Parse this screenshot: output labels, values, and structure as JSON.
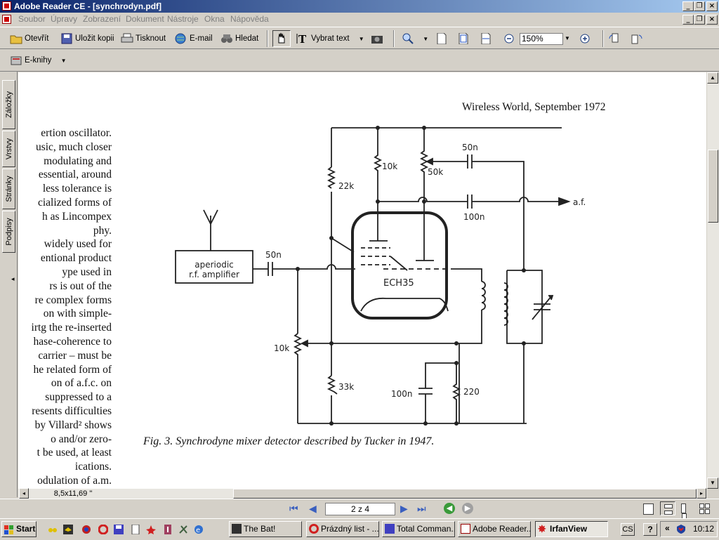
{
  "window": {
    "title": "Adobe Reader CE - [synchrodyn.pdf]",
    "controls": [
      "_",
      "❐",
      "×"
    ],
    "doc_controls": [
      "_",
      "❐",
      "×"
    ]
  },
  "menu": [
    "Soubor",
    "Úpravy",
    "Zobrazení",
    "Dokument",
    "Nástroje",
    "Okna",
    "Nápověda"
  ],
  "toolbar": {
    "open": "Otevřít",
    "save_copy": "Uložit kopii",
    "print": "Tisknout",
    "email": "E-mail",
    "search": "Hledat",
    "select_text": "Vybrat text",
    "zoom_value": "150%",
    "ebooks": "E-knihy"
  },
  "left_tabs": [
    "Záložky",
    "Vrstvy",
    "Stránky",
    "Podpisy"
  ],
  "document": {
    "header": "Wireless World, September 1972",
    "left_column": [
      "ertion  oscillator.",
      "usic, much closer",
      "  modulating  and",
      "  essential, around",
      "less  tolerance  is",
      "cialized  forms  of",
      "h   as   Lincompex",
      "phy.",
      " widely used for",
      "entional   product",
      "ype    used    in",
      "rs  is  out  of  the",
      "re complex forms",
      "on  with  simple-",
      "irtg the re-inserted",
      "hase-coherence to",
      "carrier – must be",
      "he related form of",
      "on  of  a.f.c.  on",
      " suppressed to a",
      "resents difficulties",
      "by Villard² shows",
      "o   and/or   zero-",
      "t  be used, at least",
      "ications.",
      "odulation of a.m."
    ],
    "caption": "Fig. 3. Synchrodyne mixer detector described by Tucker in 1947.",
    "schematic_labels": {
      "amp": [
        "aperiodic",
        "r.f. amplifier"
      ],
      "c_in": "50n",
      "r1": "22k",
      "r2": "10k",
      "pot1": "50k",
      "c1": "50n",
      "c2": "100n",
      "out": "a.f.",
      "tube": "ECH35",
      "pot2": "10k",
      "r3": "33k",
      "c3": "100n",
      "r4": "220"
    }
  },
  "statusbar": {
    "page_size": "8,5x11,69 \"",
    "page_indicator": "2 z 4"
  },
  "taskbar": {
    "start": "Start",
    "tasks": [
      "The Bat!",
      "Prázdný list - ...",
      "Total Comman...",
      "Adobe Reader...",
      "IrfanView"
    ],
    "lang": "CS",
    "clock": "10:12"
  }
}
